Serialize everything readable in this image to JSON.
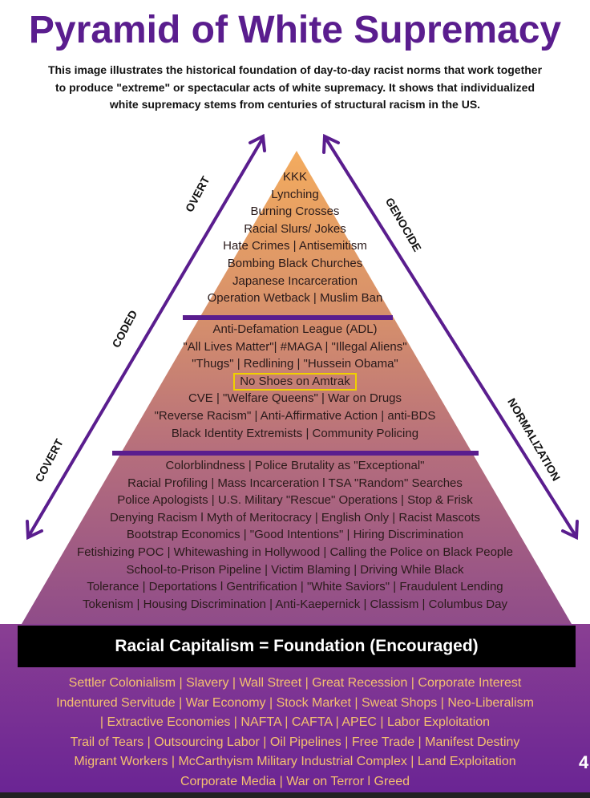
{
  "title": "Pyramid of White Supremacy",
  "subtitle": [
    "This image illustrates the historical foundation of day-to-day racist norms that work together",
    "to produce \"extreme\" or spectacular acts of white supremacy. It shows that individualized",
    "white supremacy stems from centuries of structural racism in the US."
  ],
  "arrow_labels": {
    "overt": "OVERT",
    "coded": "CODED",
    "covert": "COVERT",
    "genocide": "GENOCIDE",
    "normalization": "NORMALIZATION"
  },
  "tier1": [
    "KKK",
    "Lynching",
    "Burning Crosses",
    "Racial Slurs/ Jokes",
    "Hate Crimes | Antisemitism",
    "Bombing Black Churches",
    "Japanese Incarceration",
    "Operation Wetback | Muslim Ban"
  ],
  "tier2": {
    "before": [
      "Anti-Defamation League (ADL)",
      "\"All Lives Matter\"| #MAGA | \"Illegal Aliens\"",
      "\"Thugs\" | Redlining | \"Hussein Obama\""
    ],
    "highlighted": "No Shoes on Amtrak",
    "after": [
      "CVE | \"Welfare Queens\" | War on Drugs",
      "\"Reverse Racism\" | Anti-Affirmative Action | anti-BDS",
      "Black Identity Extremists | Community Policing"
    ]
  },
  "tier3": [
    "Colorblindness | Police Brutality as \"Exceptional\"",
    "Racial Profiling | Mass Incarceration l TSA \"Random\" Searches",
    "Police Apologists | U.S. Military \"Rescue\" Operations | Stop & Frisk",
    "Denying Racism l Myth of Meritocracy | English Only | Racist Mascots",
    "Bootstrap Economics | \"Good Intentions\" | Hiring Discrimination",
    "Fetishizing POC | Whitewashing in Hollywood | Calling the Police on Black People",
    "School-to-Prison Pipeline | Victim Blaming | Driving While Black",
    "Tolerance | Deportations l Gentrification | \"White Saviors\" | Fraudulent Lending",
    "Tokenism | Housing Discrimination | Anti-Kaepernick | Classism | Columbus Day"
  ],
  "foundation_title": "Racial Capitalism = Foundation (Encouraged)",
  "foundation": [
    "Settler Colonialism | Slavery | Wall Street | Great Recession | Corporate Interest",
    "Indentured Servitude | War Economy | Stock Market | Sweat Shops | Neo-Liberalism",
    "| Extractive Economies | NAFTA | CAFTA | APEC | Labor Exploitation",
    "Trail of Tears | Outsourcing Labor | Oil Pipelines | Free Trade | Manifest Destiny",
    "Migrant Workers | McCarthyism Military Industrial Complex | Land Exploitation",
    "Corporate Media | War on Terror l Greed"
  ],
  "page_number": "4",
  "colors": {
    "title": "#5a1d8e",
    "foundation_text": "#f4c070",
    "highlight": "#f0d000"
  }
}
